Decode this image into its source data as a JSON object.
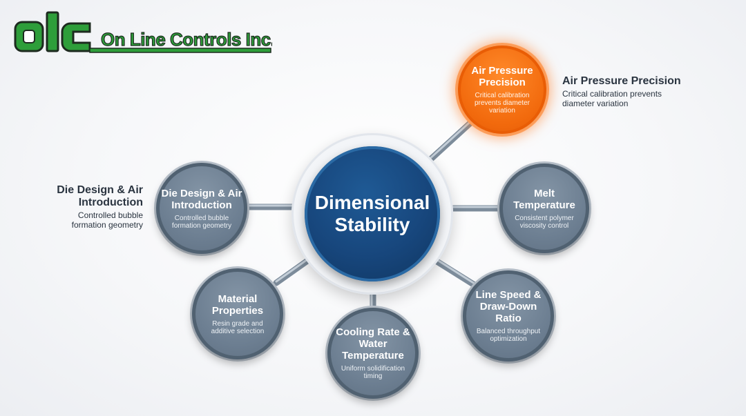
{
  "brand": {
    "monogram": "olc",
    "company_name": "On Line Controls Inc.",
    "color_green": "#2e9e3a",
    "color_dark": "#1d2a1f"
  },
  "diagram": {
    "type": "hub-and-spoke",
    "center": {
      "label": "Dimensional Stability",
      "color": "#17467c"
    },
    "nodes": [
      {
        "id": "air-pressure",
        "title": "Air Pressure Precision",
        "desc": "Critical calibration prevents diameter variation",
        "highlight": true,
        "color": "#f26a0d"
      },
      {
        "id": "melt-temperature",
        "title": "Melt Temperature",
        "desc": "Consistent polymer viscosity control"
      },
      {
        "id": "line-speed",
        "title": "Line Speed & Draw-Down Ratio",
        "desc": "Balanced throughput optimization"
      },
      {
        "id": "cooling-rate",
        "title": "Cooling Rate & Water Temperature",
        "desc": "Uniform solidification timing"
      },
      {
        "id": "material-properties",
        "title": "Material Properties",
        "desc": "Resin grade and additive selection"
      },
      {
        "id": "die-design",
        "title": "Die Design & Air Introduction",
        "desc": "Controlled bubble formation geometry"
      }
    ],
    "callouts": {
      "right": {
        "title": "Air Pressure Precision",
        "desc": "Critical calibration prevents diameter variation"
      },
      "left": {
        "title": "Die Design & Air Introduction",
        "desc": "Controlled bubble formation geometry"
      }
    }
  }
}
